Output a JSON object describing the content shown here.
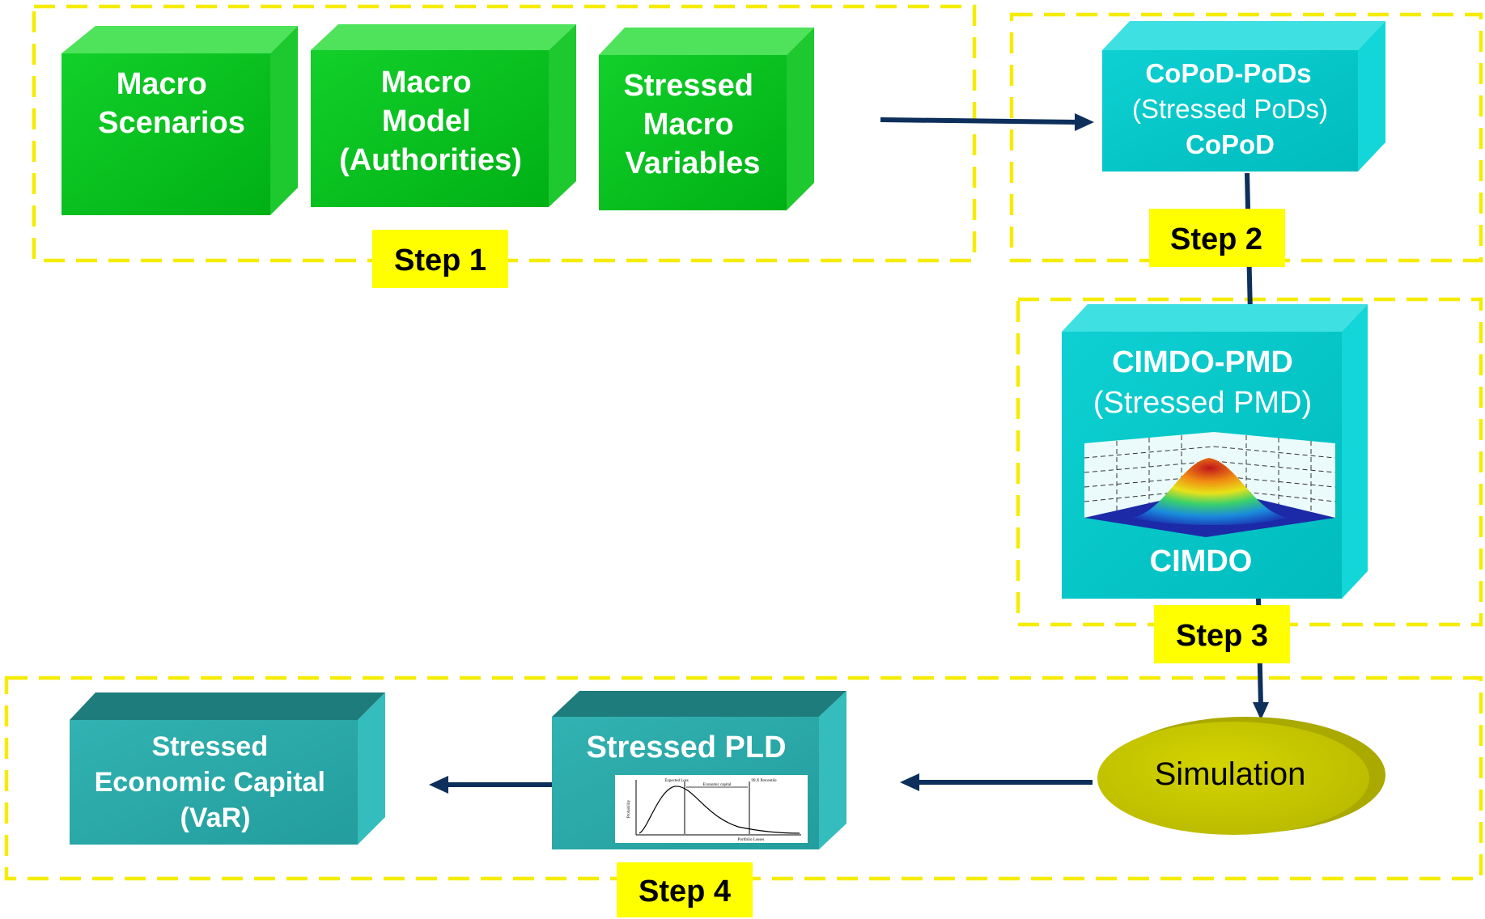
{
  "steps": [
    "Step 1",
    "Step 2",
    "Step 3",
    "Step 4"
  ],
  "boxes": {
    "macro_scenarios": [
      "Macro",
      "Scenarios"
    ],
    "macro_model": [
      "Macro",
      "Model",
      "(Authorities)"
    ],
    "stressed_macro_variables": [
      "Stressed",
      "Macro",
      "Variables"
    ],
    "copod": {
      "title": "CoPoD-PoDs",
      "subtitle": "(Stressed PoDs)",
      "footer": "CoPoD"
    },
    "cimdo": {
      "title": "CIMDO-PMD",
      "subtitle": "(Stressed PMD)",
      "footer": "CIMDO"
    },
    "simulation": "Simulation",
    "stressed_pld": "Stressed  PLD",
    "stressed_economic_capital": [
      "Stressed",
      "Economic Capital",
      "(VaR)"
    ]
  },
  "pld_chart": {
    "labels": {
      "expected_loss": "Expected Loss",
      "economic_capital": "Economic capital",
      "percentile": "99.X Percentile",
      "y_axis": "Probability",
      "x_axis": "Portfolio Losses"
    }
  },
  "colors": {
    "green_front": "#00c21d",
    "cyan_front": "#00c6c8",
    "teal_front": "#2ba8a8",
    "step_label_bg": "#ffff00",
    "simulation": "#c8c800",
    "arrow": "#0d2f5c",
    "dashed_border": "#f5ec00"
  }
}
